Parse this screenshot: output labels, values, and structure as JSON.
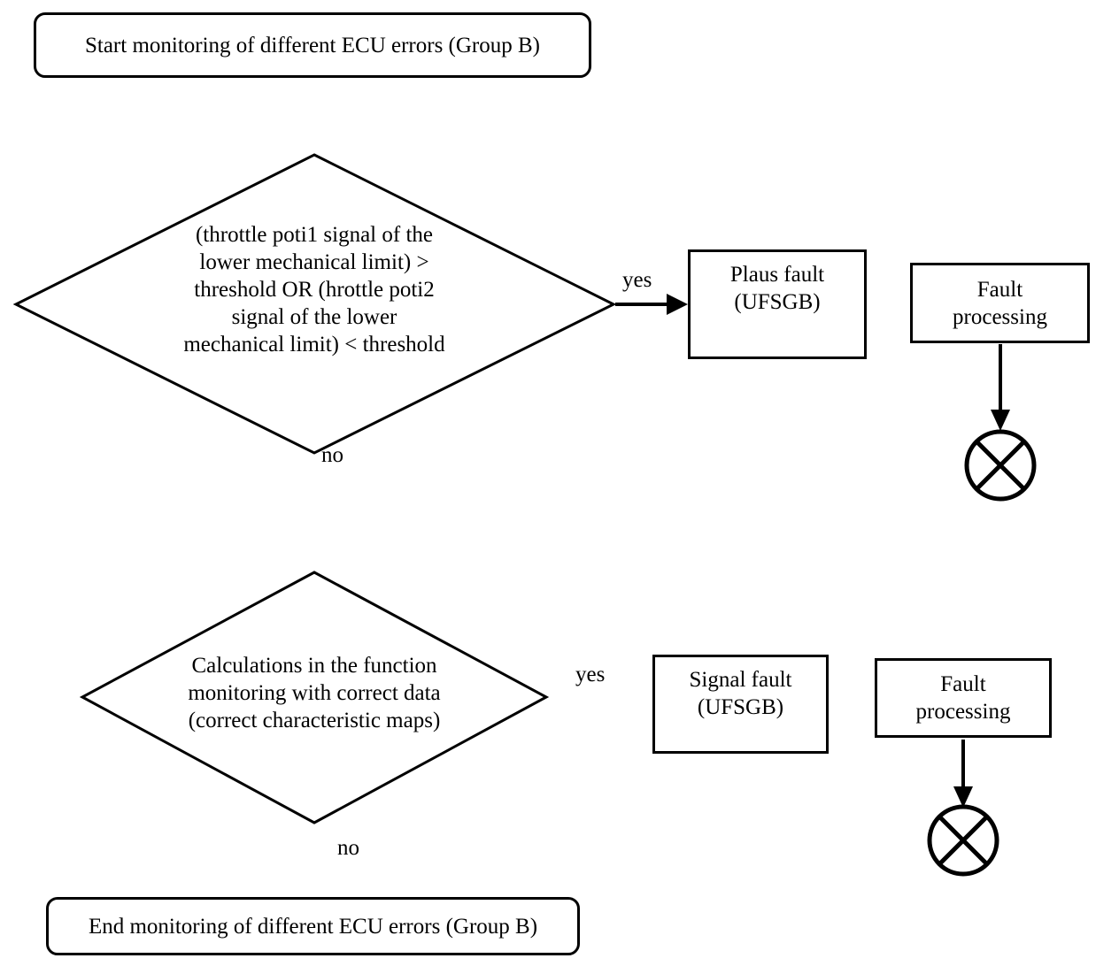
{
  "flowchart": {
    "start_label": "Start monitoring of different ECU errors (Group B)",
    "end_label": "End monitoring of different ECU errors (Group B)",
    "decision1": {
      "text": "(throttle poti1 signal of the\nlower mechanical limit) >\nthreshold OR (hrottle poti2\nsignal of the lower\nmechanical limit) < threshold",
      "yes": "yes",
      "no": "no"
    },
    "plaus_fault_label": "Plaus fault\n(UFSGB)",
    "fault_processing_label_1": "Fault\nprocessing",
    "decision2": {
      "text": "Calculations in the function\nmonitoring with correct data\n(correct characteristic maps)",
      "yes": "yes",
      "no": "no"
    },
    "signal_fault_label": "Signal fault\n(UFSGB)",
    "fault_processing_label_2": "Fault\nprocessing",
    "terminator_symbol": "circle-with-x",
    "colors": {
      "stroke": "#000000",
      "background": "#ffffff",
      "text": "#000000"
    }
  }
}
